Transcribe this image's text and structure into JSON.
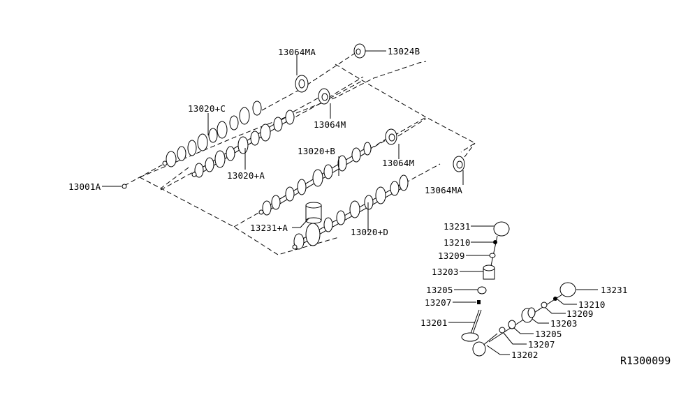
{
  "diagram": {
    "title": "Camshaft & Valve Mechanism",
    "reference_code": "R1300099",
    "labels": {
      "bolt": "13001A",
      "camshaft_c": "13020+C",
      "camshaft_a": "13020+A",
      "camshaft_b": "13020+B",
      "camshaft_d": "13020+D",
      "sprocket_ma_top": "13064MA",
      "sprocket_m_top": "13064M",
      "sprocket_m_mid": "13064M",
      "sprocket_ma_bottom": "13064MA",
      "plug": "13024B",
      "lifter_kit": "13231+A",
      "left_stack": {
        "lifter": "13231",
        "shim": "13210",
        "collet": "13209",
        "spring": "13203",
        "seat": "13205",
        "seal": "13207",
        "valve": "13201"
      },
      "right_stack": {
        "lifter": "13231",
        "shim": "13210",
        "collet": "13209",
        "spring": "13203",
        "seat": "13205",
        "seal": "13207",
        "valve": "13202"
      }
    }
  }
}
